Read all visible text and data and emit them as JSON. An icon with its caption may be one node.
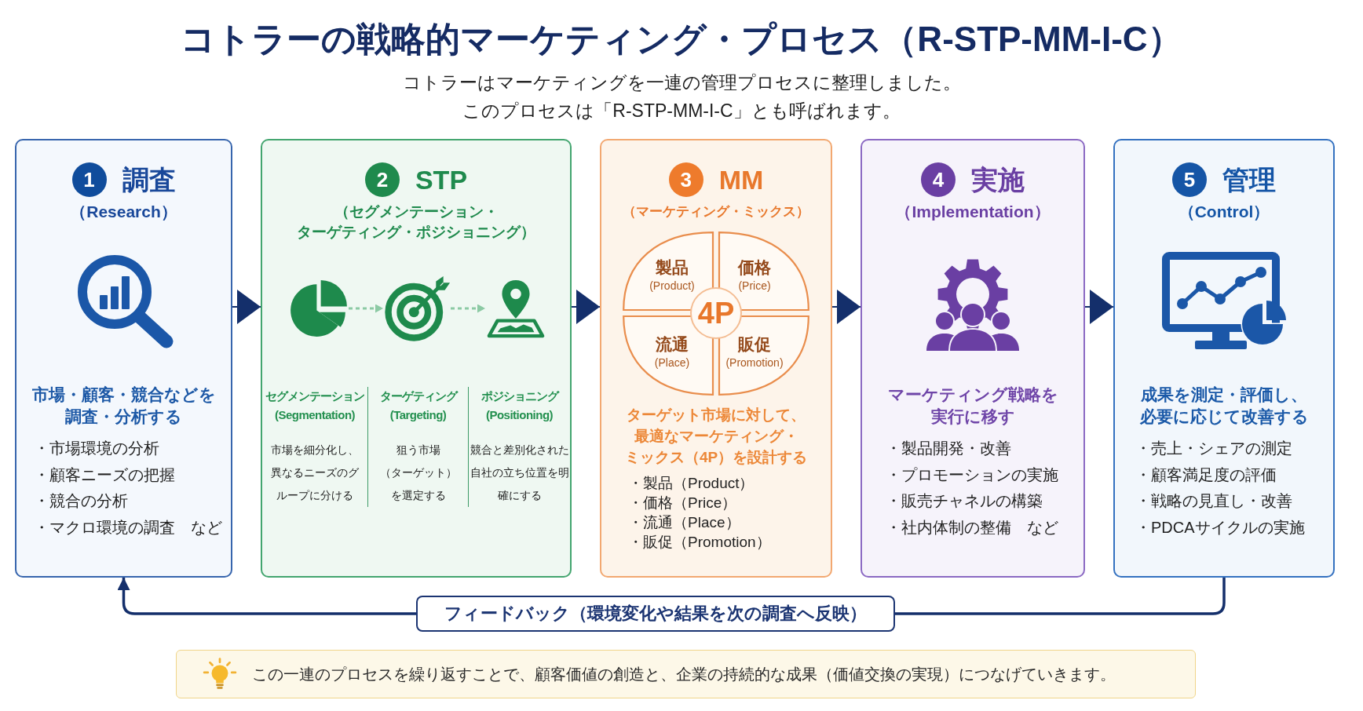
{
  "diagram": {
    "title": "コトラーの戦略的マーケティング・プロセス（R-STP-MM-I-C）",
    "nodes": [
      {
        "text": [
          "1",
          "調査",
          "（Research）",
          "市場・顧客・競合などを調査・分析する",
          "・市場環境の分析",
          "・顧客ニーズの把握",
          "・競合の分析",
          "・マクロ環境の調査　など"
        ]
      },
      {
        "text": [
          "2",
          "STP",
          "（セグメンテーション・ターゲティング・ポジショニング）",
          "セグメンテーション",
          "(Segmentation)",
          "市場を細分化し、異なるニーズのグループに分ける",
          "ターゲティング",
          "(Targeting)",
          "狙う市場（ターゲット）を選定する",
          "ポジショニング",
          "(Positioning)",
          "競合と差別化された自社の立ち位置を明確にする"
        ]
      },
      {
        "text": [],
        "shape": "picture",
        "in": 1
      },
      {
        "text": [],
        "shape": "picture",
        "in": 1
      },
      {
        "text": [],
        "shape": "picture",
        "in": 1
      },
      {
        "text": [
          "3",
          "MM",
          "（マーケティング・ミックス）",
          "ターゲット市場に対して、最適なマーケティング・ミックス（4P）を設計する",
          "・製品（Product）",
          "・価格（Price）",
          "・流通（Place）",
          "・販促（Promotion）"
        ]
      },
      {
        "text": [
          "製品",
          "(Product)"
        ],
        "in": 5
      },
      {
        "text": [
          "価格",
          "(Price)"
        ],
        "in": 5
      },
      {
        "text": [
          "4P"
        ],
        "in": 5
      },
      {
        "text": [
          "流通",
          "(Place)"
        ],
        "in": 5
      },
      {
        "text": [
          "販促",
          "(Promotion)"
        ],
        "in": 5
      },
      {
        "text": [
          "4",
          "実施",
          "（Implementation）",
          "マーケティング戦略を実行に移す",
          "・製品開発・改善",
          "・プロモーションの実施",
          "・販売チャネルの構築",
          "・社内体制の整備　など"
        ]
      },
      {
        "text": [
          "5",
          "管理",
          "（Control）",
          "成果を測定・評価し、必要に応じて改善する",
          "・売上・シェアの測定",
          "・顧客満足度の評価",
          "・戦略の見直し・改善",
          "・PDCAサイクルの実施"
        ]
      },
      {
        "text": [
          "この一連のプロセスを繰り返すことで、顧客価値の創造と、企業の持続的な成果（価値交換の実現）につなげていきます。"
        ]
      }
    ],
    "edges": [
      {
        "from": 0,
        "to": 1,
        "arrow": "to"
      },
      {
        "from": 2,
        "to": 3,
        "arrow": "to",
        "style": "dashed",
        "color": "#8ccaa4"
      },
      {
        "from": 3,
        "to": 4,
        "arrow": "to",
        "style": "dashed",
        "color": "#8ccaa4"
      },
      {
        "from": 1,
        "to": 5,
        "arrow": "to"
      },
      {
        "from": 5,
        "to": 11,
        "arrow": "to"
      },
      {
        "from": 11,
        "to": 12,
        "arrow": "to"
      },
      {
        "from": 12,
        "to": 0,
        "arrow": "to",
        "label": "フィードバック（環境変化や結果を次の調査へ反映）"
      }
    ],
    "labels": [
      "コトラーはマーケティングを一連の管理プロセスに整理しました。",
      "このプロセスは「R-STP-MM-I-C」とも呼ばれます。"
    ]
  }
}
